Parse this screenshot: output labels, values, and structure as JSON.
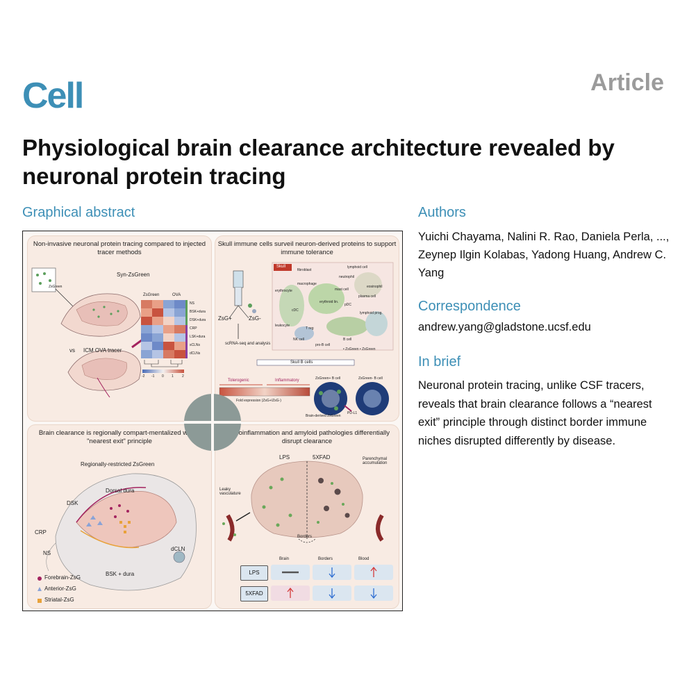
{
  "header": {
    "journal": "Cell",
    "article_type": "Article",
    "title": "Physiological brain clearance architecture revealed by neuronal protein tracing"
  },
  "sections": {
    "graphical_abstract": "Graphical abstract",
    "authors_heading": "Authors",
    "authors": "Yuichi Chayama, Nalini R. Rao, Daniela Perla, ..., Zeynep Ilgin Kolabas, Yadong Huang, Andrew C. Yang",
    "correspondence_heading": "Correspondence",
    "email": "andrew.yang@gladstone.ucsf.edu",
    "brief_heading": "In brief",
    "brief": "Neuronal protein tracing, unlike CSF tracers, reveals that brain clearance follows a “nearest exit” principle through distinct border immune niches disrupted differently by disease."
  },
  "abstract": {
    "p1": {
      "title": "Non-invasive neuronal protein tracing compared to injected tracer methods",
      "syn": "Syn-ZsGreen",
      "zsgreen_small": "ZsGreen",
      "vs": "vs",
      "icm": "ICM OVA tracer",
      "hm_col1": "ZsGreen",
      "hm_col2": "OVA",
      "rows": [
        "NS",
        "BSK+dura",
        "DSK+dura",
        "CRP",
        "LSK+dura",
        "sCLNs",
        "dCLNs"
      ],
      "scale": [
        "-2",
        "-1",
        "0",
        "1",
        "2"
      ]
    },
    "p2": {
      "title": "Skull immune cells surveil neuron-derived proteins to support immune tolerance",
      "zsg_pos": "ZsG+",
      "zsg_neg": "ZsG-",
      "scrna": "scRNA-seq and analysis",
      "skull": "Skull",
      "cells": [
        "fibroblast",
        "lymphoid cell",
        "neutrophil",
        "eosinophil",
        "erythrocyte",
        "macrophage",
        "mast cell",
        "plasma cell",
        "erythroid lin.",
        "pDC",
        "cDC",
        "lymphoid prog.",
        "leukocyte",
        "T reg",
        "NK cell",
        "B cell",
        "pro-B cell"
      ],
      "umap_key": "• ZsGreen  • ZsGreen",
      "skull_b": "Skull B cells",
      "tolerogenic": "Tolerogenic",
      "inflammatory": "Inflammatory",
      "fold": "Fold expression (ZsG+/ZsG-)",
      "bpos": "ZsGreen+ B cell",
      "bneg": "ZsGreen- B cell",
      "brain_derived": "Brain-derived ZsGreen",
      "pdl1": "PD-L1"
    },
    "p3": {
      "title": "Brain clearance is regionally compart-mentalized with a \"nearest exit\" principle",
      "sub": "Regionally-restricted ZsGreen",
      "dorsal": "Dorsal dura",
      "dsk": "DSK",
      "crp": "CRP",
      "ns": "NS",
      "dcln": "dCLN",
      "bsk": "BSK + dura",
      "legend": [
        "Forebrain-ZsG",
        "Anterior-ZsG",
        "Striatal-ZsG"
      ],
      "colors": {
        "forebrain": "#a3235f",
        "anterior": "#8aa3d6",
        "striatal": "#e8a23a"
      }
    },
    "p4": {
      "title": "Neuroinflammation and amyloid pathologies differentially disrupt clearance",
      "lps": "LPS",
      "fivexfad": "5XFAD",
      "leaky": "Leaky vasculature",
      "parenchymal": "Parenchymal accumulation",
      "borders": "Borders",
      "cols": [
        "Brain",
        "Borders",
        "Blood"
      ],
      "rows": [
        "LPS",
        "5XFAD"
      ],
      "arrow_colors": {
        "up": "#d43a3a",
        "down": "#2f6ed1",
        "flat": "#555555"
      }
    }
  }
}
